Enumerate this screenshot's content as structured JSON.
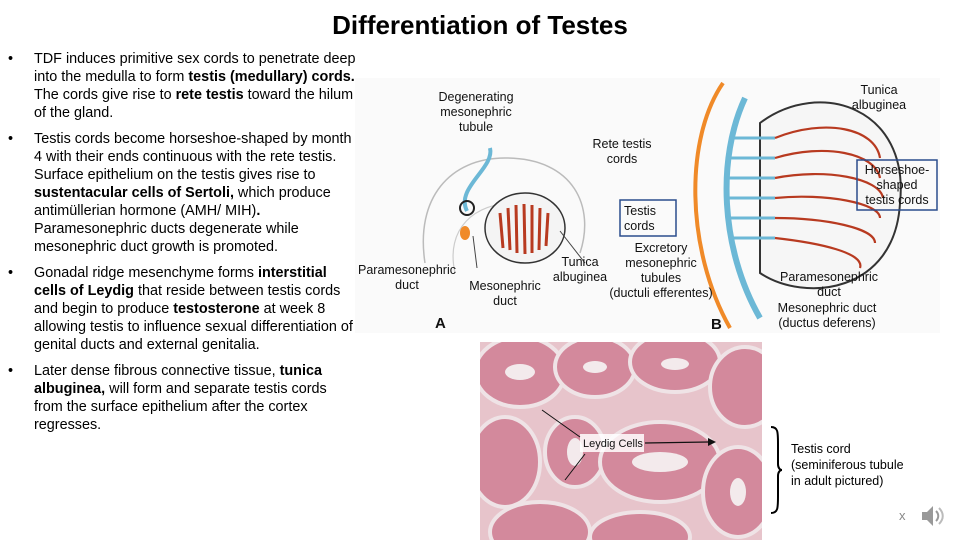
{
  "title": "Differentiation of Testes",
  "bullets": [
    {
      "parts": [
        {
          "t": "TDF induces primitive sex cords to penetrate deep into the medulla to form ",
          "b": false
        },
        {
          "t": "testis (medullary) cords.",
          "b": true
        },
        {
          "t": " The cords give rise to ",
          "b": false
        },
        {
          "t": "rete testis",
          "b": true
        },
        {
          "t": " toward the hilum of the gland.",
          "b": false
        }
      ]
    },
    {
      "parts": [
        {
          "t": "Testis cords become horseshoe-shaped by month 4 with their ends continuous with the rete testis. Surface epithelium on the testis gives rise to ",
          "b": false
        },
        {
          "t": "sustentacular cells of Sertoli,",
          "b": true
        },
        {
          "t": " which produce antimüllerian hormone (AMH/ MIH)",
          "b": false
        },
        {
          "t": ".",
          "b": true
        },
        {
          "t": " Paramesonephric ducts degenerate while mesonephric duct growth is promoted.",
          "b": false
        }
      ]
    },
    {
      "parts": [
        {
          "t": "Gonadal ridge mesenchyme forms ",
          "b": false
        },
        {
          "t": "interstitial cells of Leydig",
          "b": true
        },
        {
          "t": " that reside between testis cords and begin to produce ",
          "b": false
        },
        {
          "t": "testosterone",
          "b": true
        },
        {
          "t": " at week 8 allowing testis to influence sexual differentiation of genital ducts and external genitalia.",
          "b": false
        }
      ]
    },
    {
      "parts": [
        {
          "t": "Later dense fibrous connective tissue, ",
          "b": false
        },
        {
          "t": "tunica albuginea,",
          "b": true
        },
        {
          "t": " will form and separate testis cords from the surface epithelium after the cortex regresses.",
          "b": false
        }
      ]
    }
  ],
  "bullet_symbol": "•",
  "diagram": {
    "panel_a": {
      "letter": "A",
      "degenerating": [
        "Degenerating",
        "mesonephric",
        "tubule"
      ],
      "rete": [
        "Rete testis",
        "cords"
      ],
      "testis_cords": [
        "Testis",
        "cords"
      ],
      "tunica": [
        "Tunica",
        "albuginea"
      ],
      "paramesonephric": [
        "Paramesonephric",
        "duct"
      ],
      "mesonephric": [
        "Mesonephric",
        "duct"
      ]
    },
    "panel_b": {
      "letter": "B",
      "tunica": [
        "Tunica",
        "albuginea"
      ],
      "horseshoe": [
        "Horseshoe-",
        "shaped",
        "testis cords"
      ],
      "excretory": [
        "Excretory",
        "mesonephric",
        "tubules",
        "(ductuli efferentes)"
      ],
      "paramesonephric": [
        "Paramesonephric",
        "duct"
      ],
      "mesonephric": [
        "Mesonephric duct",
        "(ductus deferens)"
      ]
    }
  },
  "micrograph": {
    "label": "Leydig Cells",
    "caption": [
      "Testis cord",
      "(seminiferous tubule",
      "in adult pictured)"
    ]
  },
  "close_label": "x",
  "colors": {
    "duct_orange": "#f08a28",
    "duct_blue": "#6cb8d6",
    "cord_red": "#b83a20",
    "box_blue": "#2b4c8c",
    "tissue_pink": "#d89aa8"
  }
}
